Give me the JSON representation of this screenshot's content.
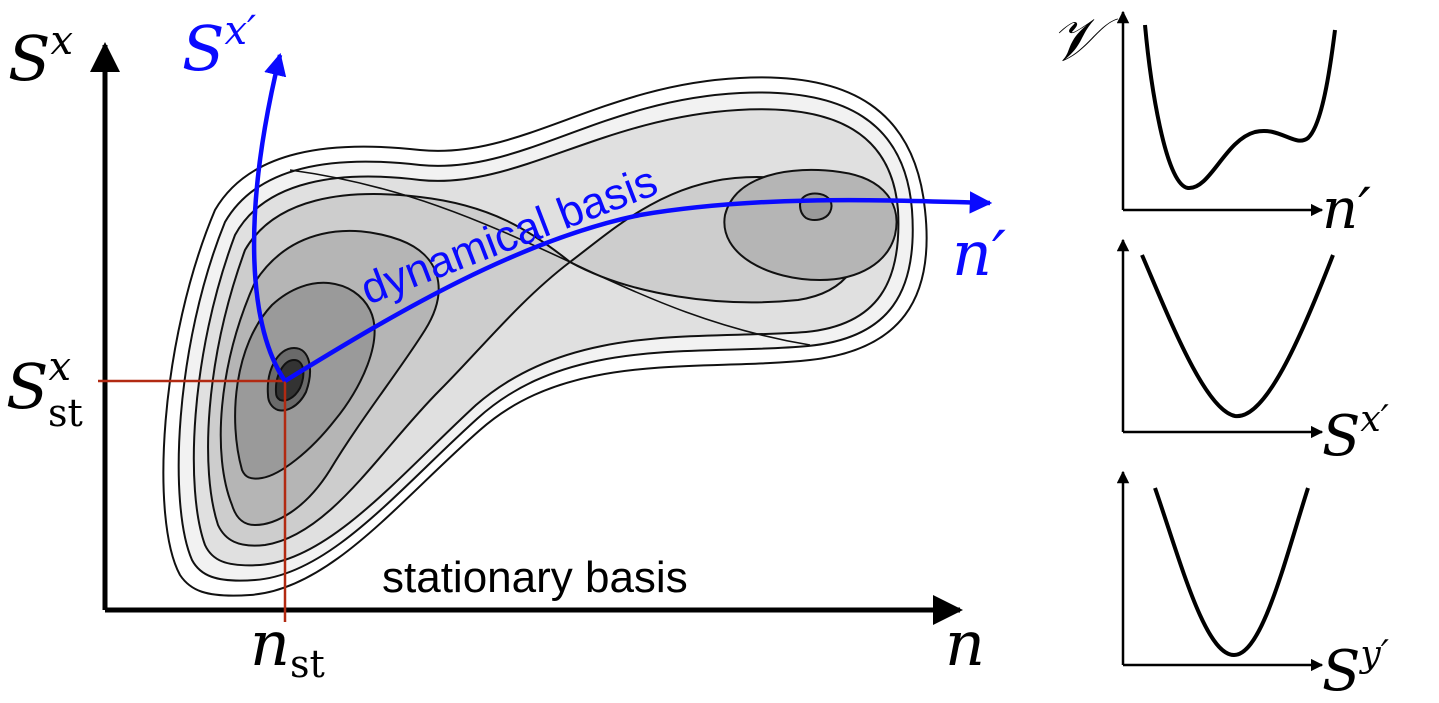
{
  "main_plot": {
    "y_axis_label": "S",
    "y_axis_label_sup": "x",
    "x_axis_label": "n",
    "x_axis_label_bottom": "n",
    "x_axis_label_bottom_sub": "st",
    "y_marker_label": "S",
    "y_marker_label_sup": "x",
    "y_marker_label_sub": "st",
    "stationary_label": "stationary basis",
    "dynamical_label": "dynamical basis",
    "rotated_y_label": "S",
    "rotated_y_label_sup": "x′",
    "rotated_x_label": "n′"
  },
  "side_plots": {
    "top": {
      "y_label": "𝒱",
      "x_label": "n′"
    },
    "middle": {
      "x_label": "S",
      "x_label_sup": "x′"
    },
    "bottom": {
      "x_label": "S",
      "x_label_sup": "y′"
    }
  },
  "colors": {
    "axis": "#000000",
    "dynamical": "#0a0aff",
    "marker": "#b22a12",
    "contour_fills": [
      "#f2f2f2",
      "#e0e0e0",
      "#cdcdcd",
      "#b5b5b5",
      "#9a9a9a",
      "#6a6a6a"
    ]
  },
  "icons": {
    "axis_arrow": "arrowhead-icon"
  }
}
